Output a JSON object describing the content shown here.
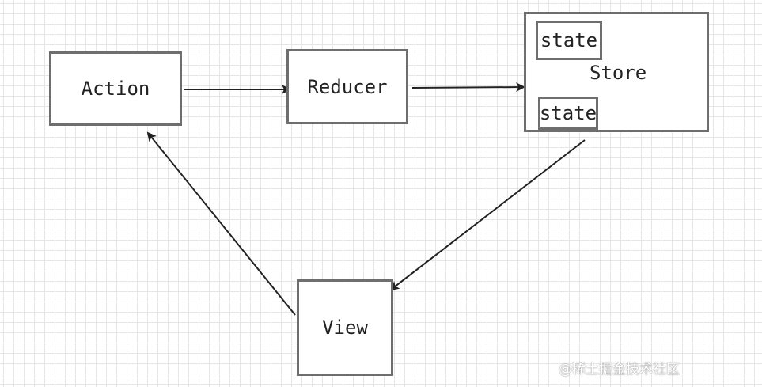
{
  "diagram": {
    "nodes": {
      "action": "Action",
      "reducer": "Reducer",
      "store": "Store",
      "view": "View",
      "state_top": "state",
      "state_bottom": "state"
    },
    "edges": [
      {
        "from": "Action",
        "to": "Reducer"
      },
      {
        "from": "Reducer",
        "to": "Store"
      },
      {
        "from": "Store",
        "to": "View"
      },
      {
        "from": "View",
        "to": "Action"
      }
    ]
  },
  "watermark": {
    "text": "@稀土掘金技术社区"
  },
  "colors": {
    "box_border": "#6e6e6e",
    "arrow": "#222222",
    "grid": "#e6e6e6"
  }
}
